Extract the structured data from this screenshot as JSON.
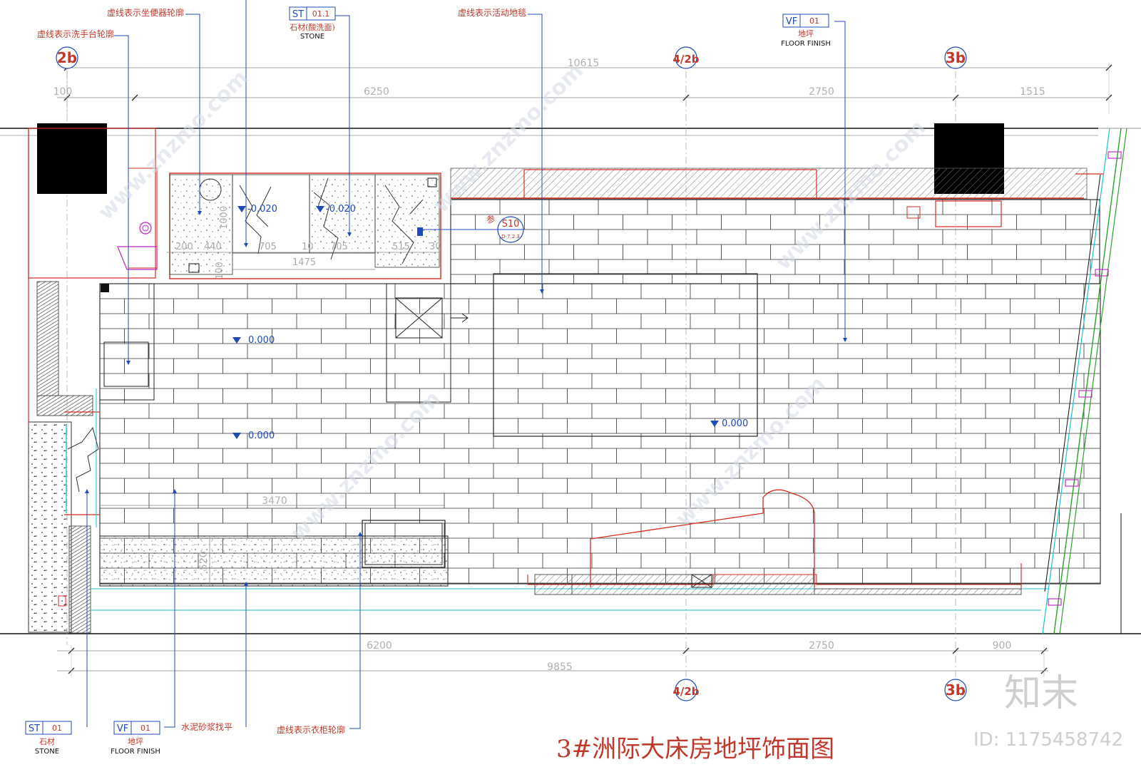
{
  "title": "3#洲际大床房地坪饰面图",
  "grid_axes": {
    "top": [
      "2b",
      "4/2b",
      "3b"
    ],
    "bottom": [
      "4/2b",
      "3b"
    ]
  },
  "dimensions": {
    "top_overall": "10615",
    "top_segments": [
      "100",
      "6250",
      "2750",
      "1515"
    ],
    "bottom_segments": [
      "6200",
      "2750",
      "900"
    ],
    "bottom_overall": "9855",
    "bath_segments": [
      "200",
      "440",
      "705",
      "10",
      "705",
      "515",
      "30"
    ],
    "bath_vertical": [
      "1000",
      "100"
    ],
    "bath_total": "1475",
    "closet_length": "3470",
    "closet_depth": "520"
  },
  "levels": [
    "-0.020",
    "-0.020",
    "0.000",
    "0.000",
    "0.000"
  ],
  "annotations": {
    "toilet_outline": "虚线表示坐便器轮廓",
    "basin_outline": "虚线表示洗手台轮廓",
    "carpet": "虚线表示活动地毯",
    "wardrobe_outline": "虚线表示衣柜轮廓",
    "cement_mortar": "水泥砂浆找平"
  },
  "material_tags": {
    "st_stone_acid": {
      "code": "ST",
      "num": "01.1",
      "cn": "石材(酸洗面)",
      "en": "STONE"
    },
    "vf_top": {
      "code": "VF",
      "num": "01",
      "cn": "地坪",
      "en": "FLOOR FINISH"
    },
    "st_bottom": {
      "code": "ST",
      "num": "01",
      "cn": "石材",
      "en": "STONE"
    },
    "vf_bottom": {
      "code": "VF",
      "num": "01",
      "cn": "地坪",
      "en": "FLOOR FINISH"
    }
  },
  "detail_ref": {
    "prefix": "参",
    "code": "S10",
    "sheet": "D-7.2.3"
  },
  "watermark": {
    "logo": "知末",
    "id": "ID: 1175458742",
    "site": "www.znzmo.com"
  },
  "colors": {
    "wall_red": "#d42b1e",
    "leader_blue": "#1f4bb8",
    "glass_cyan": "#19c3d8",
    "title_red": "#c0392b"
  }
}
